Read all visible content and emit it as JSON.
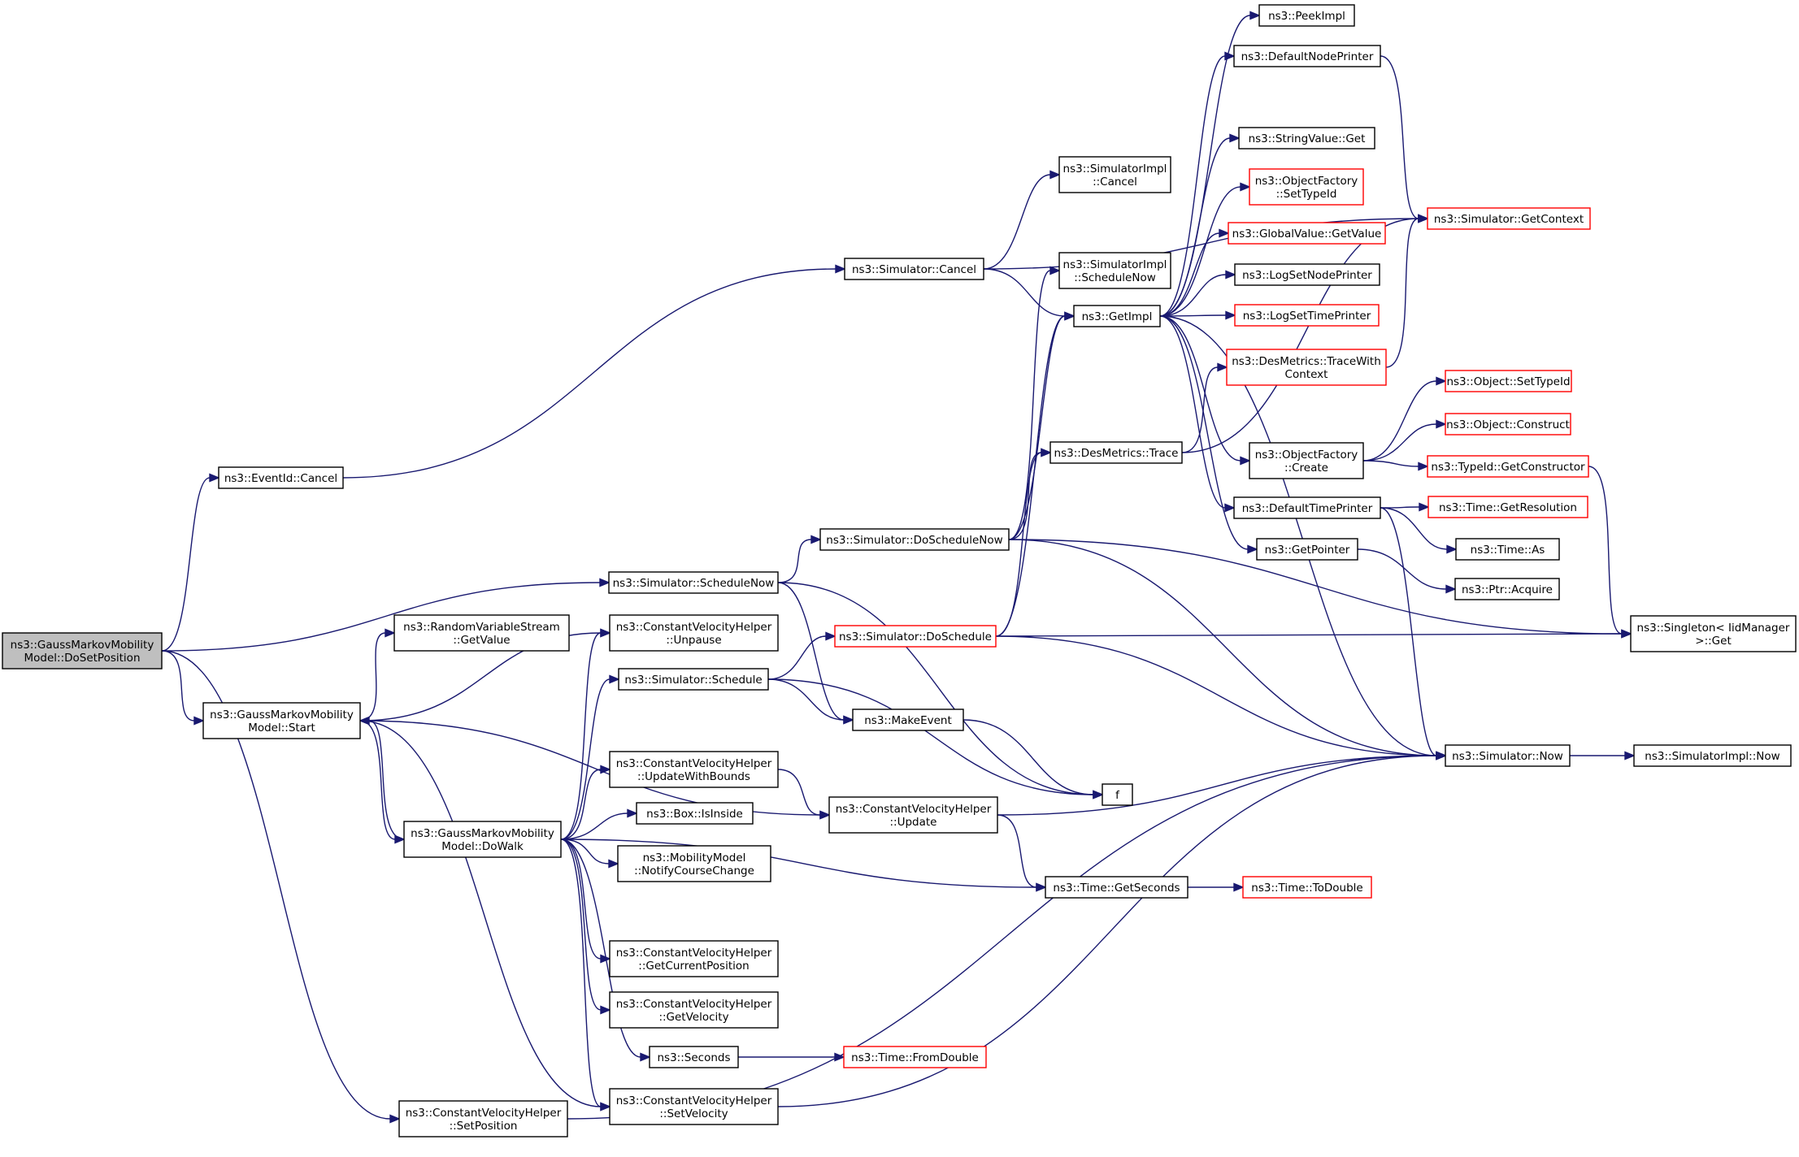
{
  "diagram": {
    "type": "call-graph",
    "edge_color": "#191970",
    "border_color": "#000000",
    "truncated_border_color": "#ff0000",
    "root_fill": "#bfbfbf",
    "nodes": [
      {
        "id": "root",
        "lines": [
          "ns3::GaussMarkovMobility",
          "Model::DoSetPosition"
        ],
        "style": "root"
      },
      {
        "id": "evcancel",
        "lines": [
          "ns3::EventId::Cancel"
        ],
        "style": "normal"
      },
      {
        "id": "simcancel",
        "lines": [
          "ns3::Simulator::Cancel"
        ],
        "style": "normal"
      },
      {
        "id": "implcancel",
        "lines": [
          "ns3::SimulatorImpl",
          "::Cancel"
        ],
        "style": "normal"
      },
      {
        "id": "schednow",
        "lines": [
          "ns3::Simulator::ScheduleNow"
        ],
        "style": "normal"
      },
      {
        "id": "doschednow",
        "lines": [
          "ns3::Simulator::DoScheduleNow"
        ],
        "style": "normal"
      },
      {
        "id": "implschednow",
        "lines": [
          "ns3::SimulatorImpl",
          "::ScheduleNow"
        ],
        "style": "normal"
      },
      {
        "id": "getimpl",
        "lines": [
          "ns3::GetImpl"
        ],
        "style": "normal"
      },
      {
        "id": "peekimpl",
        "lines": [
          "ns3::PeekImpl"
        ],
        "style": "normal"
      },
      {
        "id": "defnodeprinter",
        "lines": [
          "ns3::DefaultNodePrinter"
        ],
        "style": "normal"
      },
      {
        "id": "strvalget",
        "lines": [
          "ns3::StringValue::Get"
        ],
        "style": "normal"
      },
      {
        "id": "objfactsettype",
        "lines": [
          "ns3::ObjectFactory",
          "::SetTypeId"
        ],
        "style": "red"
      },
      {
        "id": "globalgetvalue",
        "lines": [
          "ns3::GlobalValue::GetValue"
        ],
        "style": "red"
      },
      {
        "id": "logsetnode",
        "lines": [
          "ns3::LogSetNodePrinter"
        ],
        "style": "normal"
      },
      {
        "id": "logsettime",
        "lines": [
          "ns3::LogSetTimePrinter"
        ],
        "style": "red"
      },
      {
        "id": "desmetricsctx",
        "lines": [
          "ns3::DesMetrics::TraceWith",
          "Context"
        ],
        "style": "red"
      },
      {
        "id": "getcontext",
        "lines": [
          "ns3::Simulator::GetContext"
        ],
        "style": "red"
      },
      {
        "id": "desmetricstrace",
        "lines": [
          "ns3::DesMetrics::Trace"
        ],
        "style": "normal"
      },
      {
        "id": "objfactcreate",
        "lines": [
          "ns3::ObjectFactory",
          "::Create"
        ],
        "style": "normal"
      },
      {
        "id": "objsettypeid",
        "lines": [
          "ns3::Object::SetTypeId"
        ],
        "style": "red"
      },
      {
        "id": "objconstruct",
        "lines": [
          "ns3::Object::Construct"
        ],
        "style": "red"
      },
      {
        "id": "typeidgetctor",
        "lines": [
          "ns3::TypeId::GetConstructor"
        ],
        "style": "red"
      },
      {
        "id": "deftimeprinter",
        "lines": [
          "ns3::DefaultTimePrinter"
        ],
        "style": "normal"
      },
      {
        "id": "timegetres",
        "lines": [
          "ns3::Time::GetResolution"
        ],
        "style": "red"
      },
      {
        "id": "timeas",
        "lines": [
          "ns3::Time::As"
        ],
        "style": "normal"
      },
      {
        "id": "getpointer",
        "lines": [
          "ns3::GetPointer"
        ],
        "style": "normal"
      },
      {
        "id": "ptracquire",
        "lines": [
          "ns3::Ptr::Acquire"
        ],
        "style": "normal"
      },
      {
        "id": "singletonget",
        "lines": [
          "ns3::Singleton< IidManager",
          ">::Get"
        ],
        "style": "normal"
      },
      {
        "id": "simnow",
        "lines": [
          "ns3::Simulator::Now"
        ],
        "style": "normal"
      },
      {
        "id": "implnow",
        "lines": [
          "ns3::SimulatorImpl::Now"
        ],
        "style": "normal"
      },
      {
        "id": "doschedule",
        "lines": [
          "ns3::Simulator::DoSchedule"
        ],
        "style": "red"
      },
      {
        "id": "simschedule",
        "lines": [
          "ns3::Simulator::Schedule"
        ],
        "style": "normal"
      },
      {
        "id": "makeevent",
        "lines": [
          "ns3::MakeEvent"
        ],
        "style": "normal"
      },
      {
        "id": "f",
        "lines": [
          "f"
        ],
        "style": "normal"
      },
      {
        "id": "rvsgetvalue",
        "lines": [
          "ns3::RandomVariableStream",
          "::GetValue"
        ],
        "style": "normal"
      },
      {
        "id": "cvhunpause",
        "lines": [
          "ns3::ConstantVelocityHelper",
          "::Unpause"
        ],
        "style": "normal"
      },
      {
        "id": "gmstart",
        "lines": [
          "ns3::GaussMarkovMobility",
          "Model::Start"
        ],
        "style": "normal"
      },
      {
        "id": "cvhupdbounds",
        "lines": [
          "ns3::ConstantVelocityHelper",
          "::UpdateWithBounds"
        ],
        "style": "normal"
      },
      {
        "id": "cvhupdate",
        "lines": [
          "ns3::ConstantVelocityHelper",
          "::Update"
        ],
        "style": "normal"
      },
      {
        "id": "boxisinside",
        "lines": [
          "ns3::Box::IsInside"
        ],
        "style": "normal"
      },
      {
        "id": "gmdowalk",
        "lines": [
          "ns3::GaussMarkovMobility",
          "Model::DoWalk"
        ],
        "style": "normal"
      },
      {
        "id": "mmnotify",
        "lines": [
          "ns3::MobilityModel",
          "::NotifyCourseChange"
        ],
        "style": "normal"
      },
      {
        "id": "timegetsec",
        "lines": [
          "ns3::Time::GetSeconds"
        ],
        "style": "normal"
      },
      {
        "id": "timetodouble",
        "lines": [
          "ns3::Time::ToDouble"
        ],
        "style": "red"
      },
      {
        "id": "cvhgetpos",
        "lines": [
          "ns3::ConstantVelocityHelper",
          "::GetCurrentPosition"
        ],
        "style": "normal"
      },
      {
        "id": "cvhgetvel",
        "lines": [
          "ns3::ConstantVelocityHelper",
          "::GetVelocity"
        ],
        "style": "normal"
      },
      {
        "id": "seconds",
        "lines": [
          "ns3::Seconds"
        ],
        "style": "normal"
      },
      {
        "id": "timefromdouble",
        "lines": [
          "ns3::Time::FromDouble"
        ],
        "style": "red"
      },
      {
        "id": "cvhsetvel",
        "lines": [
          "ns3::ConstantVelocityHelper",
          "::SetVelocity"
        ],
        "style": "normal"
      },
      {
        "id": "cvhsetpos",
        "lines": [
          "ns3::ConstantVelocityHelper",
          "::SetPosition"
        ],
        "style": "normal"
      }
    ],
    "edges": [
      [
        "root",
        "evcancel"
      ],
      [
        "root",
        "schednow"
      ],
      [
        "root",
        "gmstart"
      ],
      [
        "root",
        "cvhsetpos"
      ],
      [
        "evcancel",
        "simcancel"
      ],
      [
        "simcancel",
        "implcancel"
      ],
      [
        "simcancel",
        "getimpl"
      ],
      [
        "simcancel",
        "getcontext"
      ],
      [
        "schednow",
        "doschednow"
      ],
      [
        "schednow",
        "makeevent"
      ],
      [
        "schednow",
        "f"
      ],
      [
        "doschednow",
        "implschednow"
      ],
      [
        "doschednow",
        "getimpl"
      ],
      [
        "doschednow",
        "desmetricstrace"
      ],
      [
        "doschednow",
        "singletonget"
      ],
      [
        "doschednow",
        "simnow"
      ],
      [
        "getimpl",
        "peekimpl"
      ],
      [
        "getimpl",
        "defnodeprinter"
      ],
      [
        "getimpl",
        "strvalget"
      ],
      [
        "getimpl",
        "objfactsettype"
      ],
      [
        "getimpl",
        "globalgetvalue"
      ],
      [
        "getimpl",
        "logsetnode"
      ],
      [
        "getimpl",
        "logsettime"
      ],
      [
        "getimpl",
        "objfactcreate"
      ],
      [
        "getimpl",
        "deftimeprinter"
      ],
      [
        "getimpl",
        "getpointer"
      ],
      [
        "getimpl",
        "simnow"
      ],
      [
        "defnodeprinter",
        "getcontext"
      ],
      [
        "desmetricsctx",
        "getcontext"
      ],
      [
        "desmetricstrace",
        "desmetricsctx"
      ],
      [
        "desmetricstrace",
        "getcontext"
      ],
      [
        "objfactcreate",
        "objsettypeid"
      ],
      [
        "objfactcreate",
        "objconstruct"
      ],
      [
        "objfactcreate",
        "typeidgetctor"
      ],
      [
        "typeidgetctor",
        "singletonget"
      ],
      [
        "deftimeprinter",
        "timegetres"
      ],
      [
        "deftimeprinter",
        "timeas"
      ],
      [
        "deftimeprinter",
        "simnow"
      ],
      [
        "getpointer",
        "ptracquire"
      ],
      [
        "simnow",
        "implnow"
      ],
      [
        "doschedule",
        "getimpl"
      ],
      [
        "doschedule",
        "desmetricstrace"
      ],
      [
        "doschedule",
        "singletonget"
      ],
      [
        "doschedule",
        "simnow"
      ],
      [
        "simschedule",
        "doschedule"
      ],
      [
        "simschedule",
        "makeevent"
      ],
      [
        "simschedule",
        "f"
      ],
      [
        "makeevent",
        "f"
      ],
      [
        "gmstart",
        "rvsgetvalue"
      ],
      [
        "gmstart",
        "cvhunpause"
      ],
      [
        "gmstart",
        "gmdowalk"
      ],
      [
        "gmstart",
        "cvhupdate"
      ],
      [
        "gmstart",
        "cvhsetvel"
      ],
      [
        "gmdowalk",
        "gmstart"
      ],
      [
        "gmdowalk",
        "cvhunpause"
      ],
      [
        "gmdowalk",
        "simschedule"
      ],
      [
        "gmdowalk",
        "cvhupdbounds"
      ],
      [
        "gmdowalk",
        "boxisinside"
      ],
      [
        "gmdowalk",
        "mmnotify"
      ],
      [
        "gmdowalk",
        "timegetsec"
      ],
      [
        "gmdowalk",
        "cvhgetpos"
      ],
      [
        "gmdowalk",
        "cvhgetvel"
      ],
      [
        "gmdowalk",
        "seconds"
      ],
      [
        "gmdowalk",
        "cvhsetvel"
      ],
      [
        "cvhupdbounds",
        "cvhupdate"
      ],
      [
        "cvhupdate",
        "timegetsec"
      ],
      [
        "cvhupdate",
        "simnow"
      ],
      [
        "timegetsec",
        "timetodouble"
      ],
      [
        "seconds",
        "timefromdouble"
      ],
      [
        "cvhsetvel",
        "simnow"
      ],
      [
        "cvhsetpos",
        "simnow"
      ]
    ]
  }
}
